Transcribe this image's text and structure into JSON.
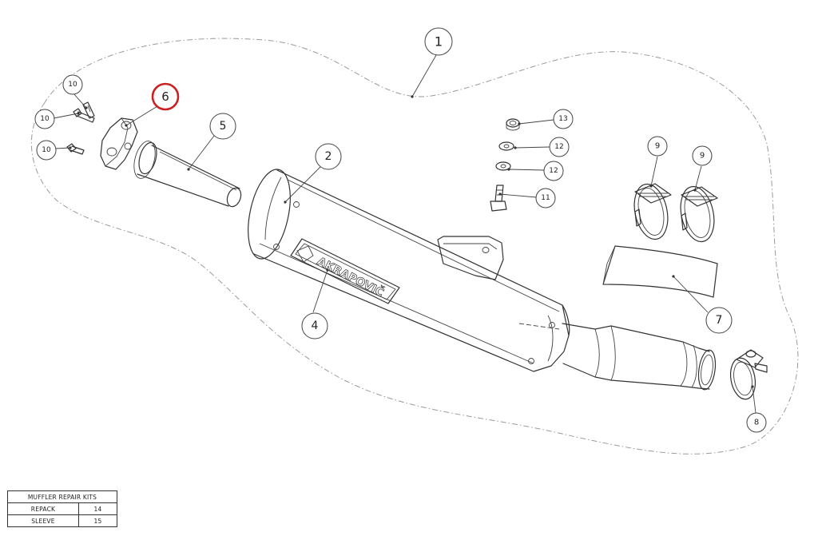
{
  "callouts": {
    "c1": "1",
    "c2": "2",
    "c4": "4",
    "c5": "5",
    "c6": "6",
    "c7": "7",
    "c8": "8",
    "c9a": "9",
    "c9b": "9",
    "c10a": "10",
    "c10b": "10",
    "c10c": "10",
    "c11": "11",
    "c12a": "12",
    "c12b": "12",
    "c13": "13"
  },
  "logo_text": "AKRAPOVIČ",
  "highlight_color": "#cc1f1f",
  "repair_kits": {
    "title": "MUFFLER REPAIR KITS",
    "rows": [
      {
        "name": "REPACK",
        "number": "14"
      },
      {
        "name": "SLEEVE",
        "number": "15"
      }
    ]
  }
}
